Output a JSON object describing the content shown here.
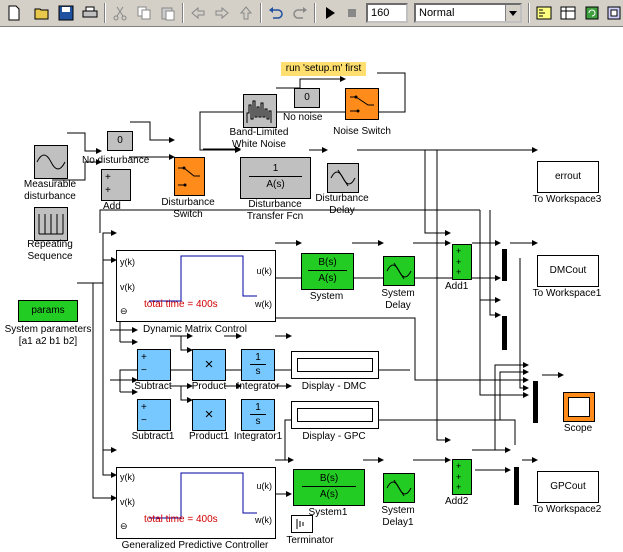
{
  "toolbar": {
    "buttons": [
      "new-icon",
      "open-icon",
      "save-icon",
      "print-icon",
      "cut-icon",
      "copy-icon",
      "paste-icon",
      "back-icon",
      "forward-icon",
      "up-icon",
      "undo-icon",
      "redo-icon",
      "start-simulation-icon",
      "stop-simulation-icon"
    ],
    "stop_time": "160",
    "sim_mode": "Normal",
    "right_buttons": [
      "build-icon",
      "library-browser-icon",
      "update-diagram-icon",
      "debugger-icon"
    ]
  },
  "note": "run 'setup.m' first",
  "blocks": {
    "zero1": "0",
    "zero2": "0",
    "band_limited": "Band-Limited\nWhite Noise",
    "no_noise": "No noise",
    "noise_switch": "Noise Switch",
    "no_disturbance": "No disturbance",
    "measurable": "Measurable\ndisturbance",
    "add": "Add",
    "repeating": "Repeating\nSequence",
    "dist_switch": "Disturbance\nSwitch",
    "dist_tf_num": "1",
    "dist_tf_den": "A(s)",
    "dist_tf": "Disturbance\nTransfer Fcn",
    "dist_delay": "Disturbance\nDelay",
    "errout": "errout",
    "to_ws3": "To Workspace3",
    "params": "params",
    "sys_params": "System parameters\n[a1 a2 b1 b2]",
    "dmc": "Dynamic Matrix Control",
    "dmc_yk": "y(k)",
    "dmc_vk": "v(k)",
    "dmc_uk": "u(k)",
    "dmc_wk": "w(k)",
    "total_time": "total time = 400s",
    "sys_num": "B(s)",
    "sys_den": "A(s)",
    "system": "System",
    "system_delay": "System\nDelay",
    "add1": "Add1",
    "dmcout": "DMCout",
    "to_ws1": "To Workspace1",
    "subtract": "Subtract",
    "product": "Product",
    "integrator": "Integrator",
    "integ_sym": "1/s",
    "display_dmc": "Display - DMC",
    "subtract1": "Subtract1",
    "product1": "Product1",
    "integrator1": "Integrator1",
    "display_gpc": "Display - GPC",
    "scope": "Scope",
    "gpc": "Generalized Predictive Controller",
    "system1": "System1",
    "system_delay1": "System\nDelay1",
    "add2": "Add2",
    "gpcout": "GPCout",
    "to_ws2": "To Workspace2",
    "terminator": "Terminator"
  },
  "colors": {
    "green": "#22cc22",
    "orange": "#ff8c1a",
    "blue": "#77c8ff",
    "gray": "#c0c0c0",
    "note": "#ffdf6f"
  }
}
